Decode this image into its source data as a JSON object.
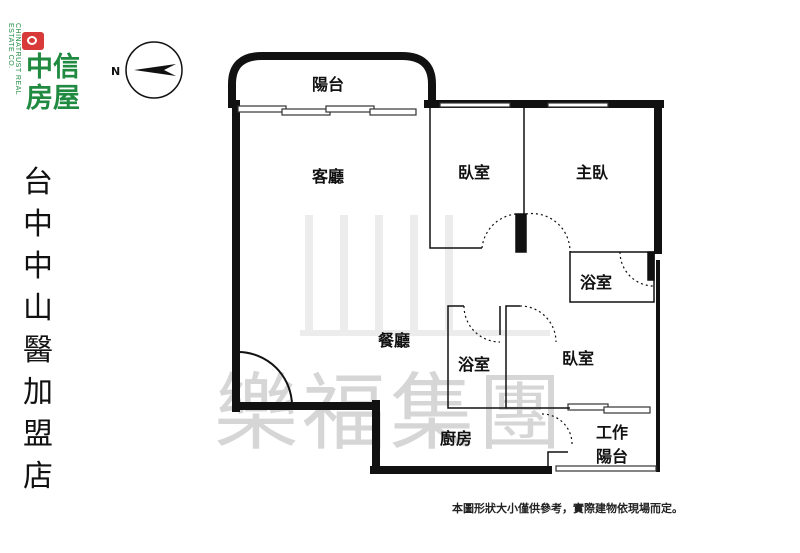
{
  "brand": {
    "name": "中信房屋",
    "name_en": "CHINATRUST REAL ESTATE CO."
  },
  "store_name_chars": [
    "台",
    "中",
    "中",
    "山",
    "醫",
    "加",
    "盟",
    "店"
  ],
  "compass": {
    "north_label": "N"
  },
  "rooms": {
    "balcony": "陽台",
    "living_room": "客廳",
    "bedroom_1": "臥室",
    "master_bedroom": "主臥",
    "bathroom_1": "浴室",
    "dining_room": "餐廳",
    "bathroom_2": "浴室",
    "bedroom_2": "臥室",
    "kitchen": "廚房",
    "work_balcony_line1": "工作",
    "work_balcony_line2": "陽台"
  },
  "watermark": "樂福集團",
  "disclaimer": "本圖形狀大小僅供參考，實際建物依現場而定。",
  "colors": {
    "brand_green": "#1f8a40",
    "brand_red": "#d83a3a",
    "wall": "#111111",
    "watermark": "#d6d6d6"
  }
}
